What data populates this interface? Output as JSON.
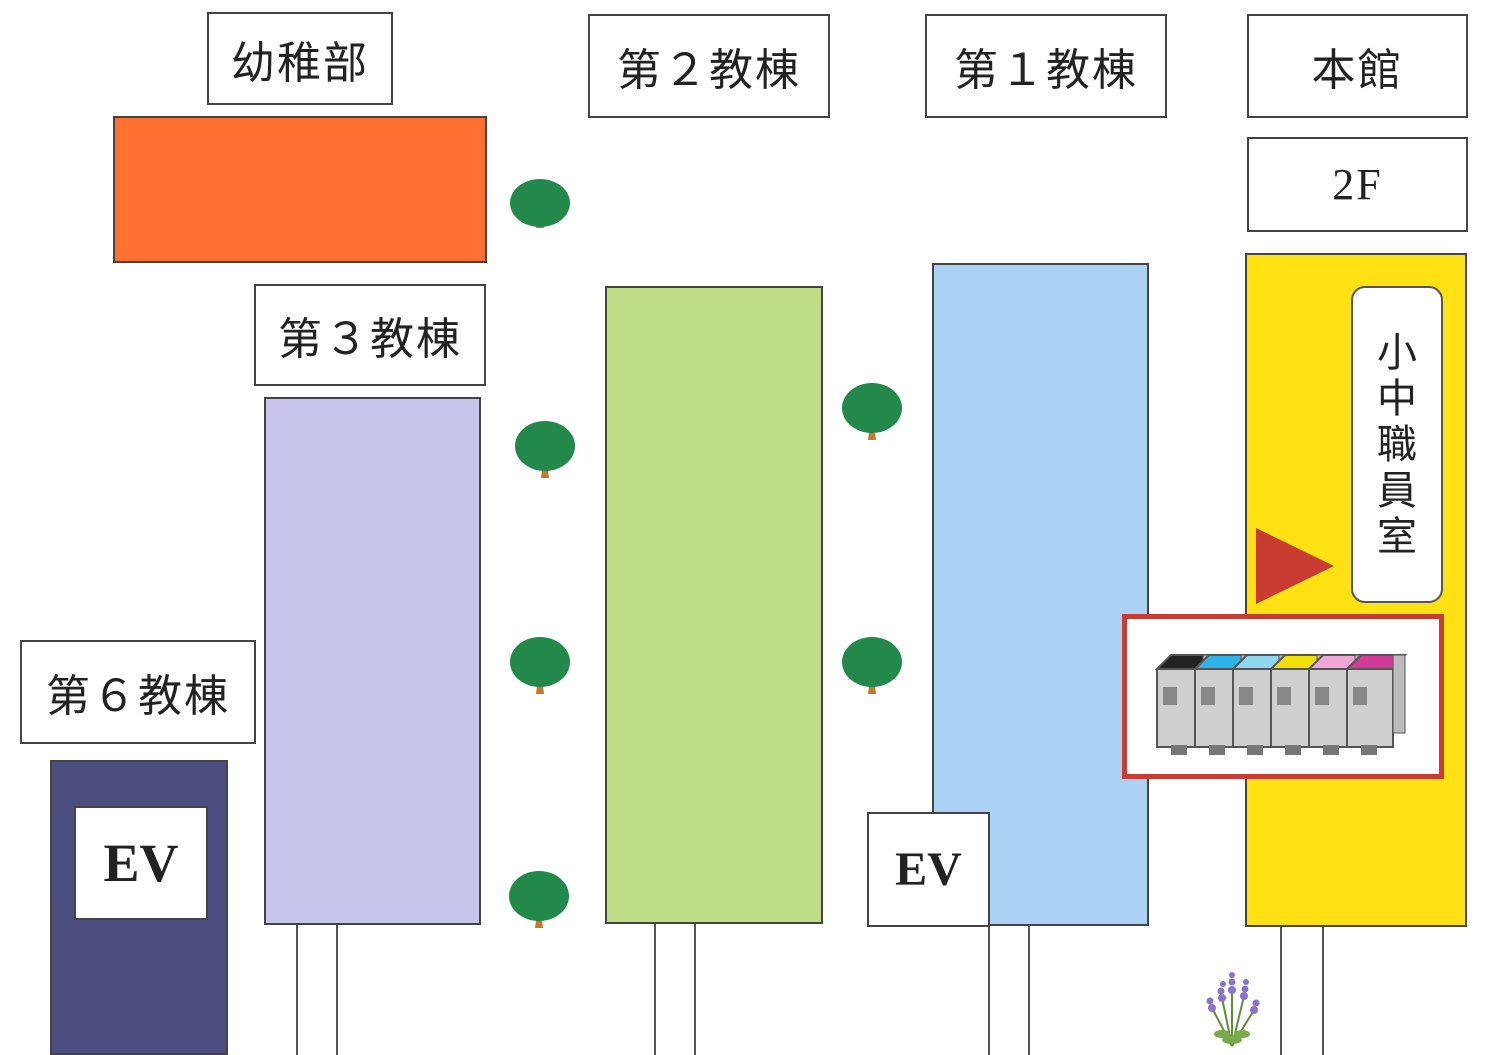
{
  "buildings": {
    "kindergarten": {
      "label": "幼稚部",
      "color": "#FF7033"
    },
    "building3": {
      "label": "第３教棟",
      "color": "#C9C6EE"
    },
    "building2": {
      "label": "第２教棟",
      "color": "#BEDD86"
    },
    "building1": {
      "label": "第１教棟",
      "color": "#ABD1F4"
    },
    "main": {
      "label": "本館",
      "floor": "2F",
      "color": "#FFE114"
    },
    "building6": {
      "label": "第６教棟",
      "color": "#4C4E7F"
    }
  },
  "elevators": {
    "b6": "EV",
    "b1": "EV"
  },
  "staff_room": {
    "chars": [
      "小",
      "中",
      "職",
      "員",
      "室"
    ]
  },
  "markers": {
    "arrow_color": "#C83C32",
    "collection_box_border": "#C83C32",
    "collection_icon": "ink-cartridges-icon"
  },
  "icons": [
    "tree-icon",
    "lavender-icon"
  ]
}
